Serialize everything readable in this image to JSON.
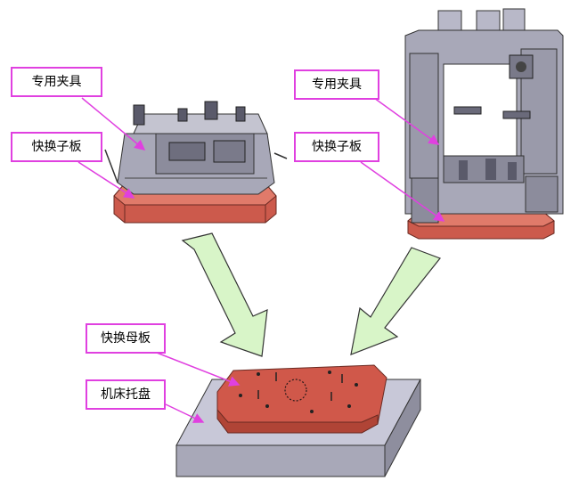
{
  "labels": {
    "left_fixture": "专用夹具",
    "left_subplate": "快换子板",
    "right_fixture": "专用夹具",
    "right_subplate": "快换子板",
    "mother_plate": "快换母板",
    "machine_pallet": "机床托盘"
  },
  "colors": {
    "label_border": "#e040e0",
    "callout_line": "#e040e0",
    "plate_red": "#d0584a",
    "arrow_fill": "#d8f5c8",
    "fixture_grey": "#9a9aa8",
    "pallet_grey": "#b8b8c8"
  }
}
